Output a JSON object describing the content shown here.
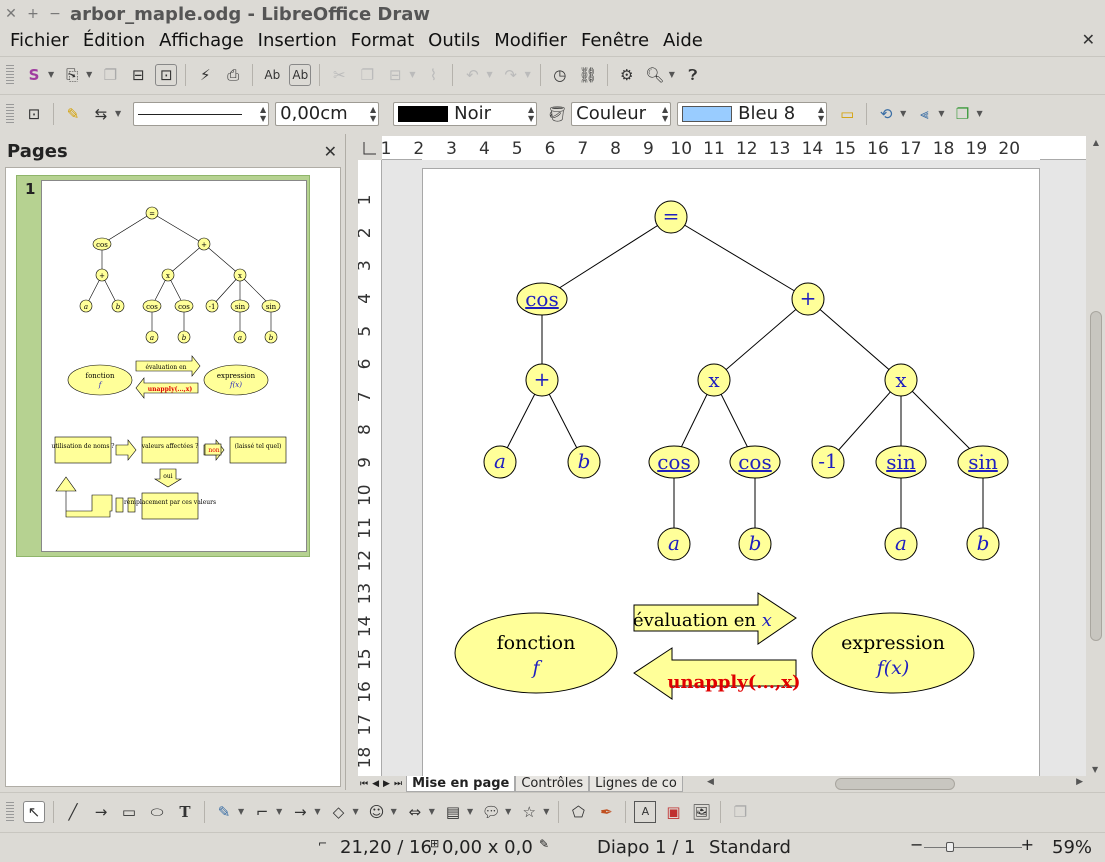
{
  "window": {
    "title": "arbor_maple.odg - LibreOffice Draw"
  },
  "menu": [
    "Fichier",
    "Édition",
    "Affichage",
    "Insertion",
    "Format",
    "Outils",
    "Modifier",
    "Fenêtre",
    "Aide"
  ],
  "line_props": {
    "width": "0,00cm",
    "line_color": "Noir",
    "fill_type": "Couleur",
    "fill_color": "Bleu 8"
  },
  "panel": {
    "title": "Pages",
    "page_number": "1"
  },
  "ruler": {
    "h_ticks": [
      "1",
      "2",
      "3",
      "4",
      "5",
      "6",
      "7",
      "8",
      "9",
      "10",
      "11",
      "12",
      "13",
      "14",
      "15",
      "16",
      "17",
      "18",
      "19",
      "20"
    ],
    "v_ticks": [
      "1",
      "2",
      "3",
      "4",
      "5",
      "6",
      "7",
      "8",
      "9",
      "10",
      "11",
      "12",
      "13",
      "14",
      "15",
      "16",
      "17",
      "18"
    ]
  },
  "tree": {
    "root": "=",
    "l1": [
      "cos",
      "+"
    ],
    "l2": [
      "+",
      "x",
      "x"
    ],
    "l3": [
      "a",
      "b",
      "cos",
      "cos",
      "-1",
      "sin",
      "sin"
    ],
    "l4": [
      "a",
      "b",
      "a",
      "b"
    ]
  },
  "diagram": {
    "fonction": "fonction",
    "f": "f",
    "expression": "expression",
    "fx": "f(x)",
    "eval_label": "évaluation en",
    "eval_var": "x",
    "unapply": "unapply(...,x)"
  },
  "thumbnail": {
    "box1": "utilisation de noms ?",
    "box2": "valeurs affectées ?",
    "non": "non",
    "box3": "(laissé tel quel)",
    "oui": "oui",
    "box4": "remplacement par ces valeurs"
  },
  "tabs": [
    "Mise en page",
    "Contrôles",
    "Lignes de co"
  ],
  "status": {
    "position": "21,20 / 16,",
    "size": "0,00 x 0,0",
    "slide": "Diapo 1 / 1",
    "layout": "Standard",
    "zoom": "59%"
  },
  "colors": {
    "node_fill": "#ffff99",
    "node_text": "#1f1fbf",
    "red": "#e00000",
    "page_bg": "#ffffff",
    "thumb_bg": "#b6d291"
  }
}
